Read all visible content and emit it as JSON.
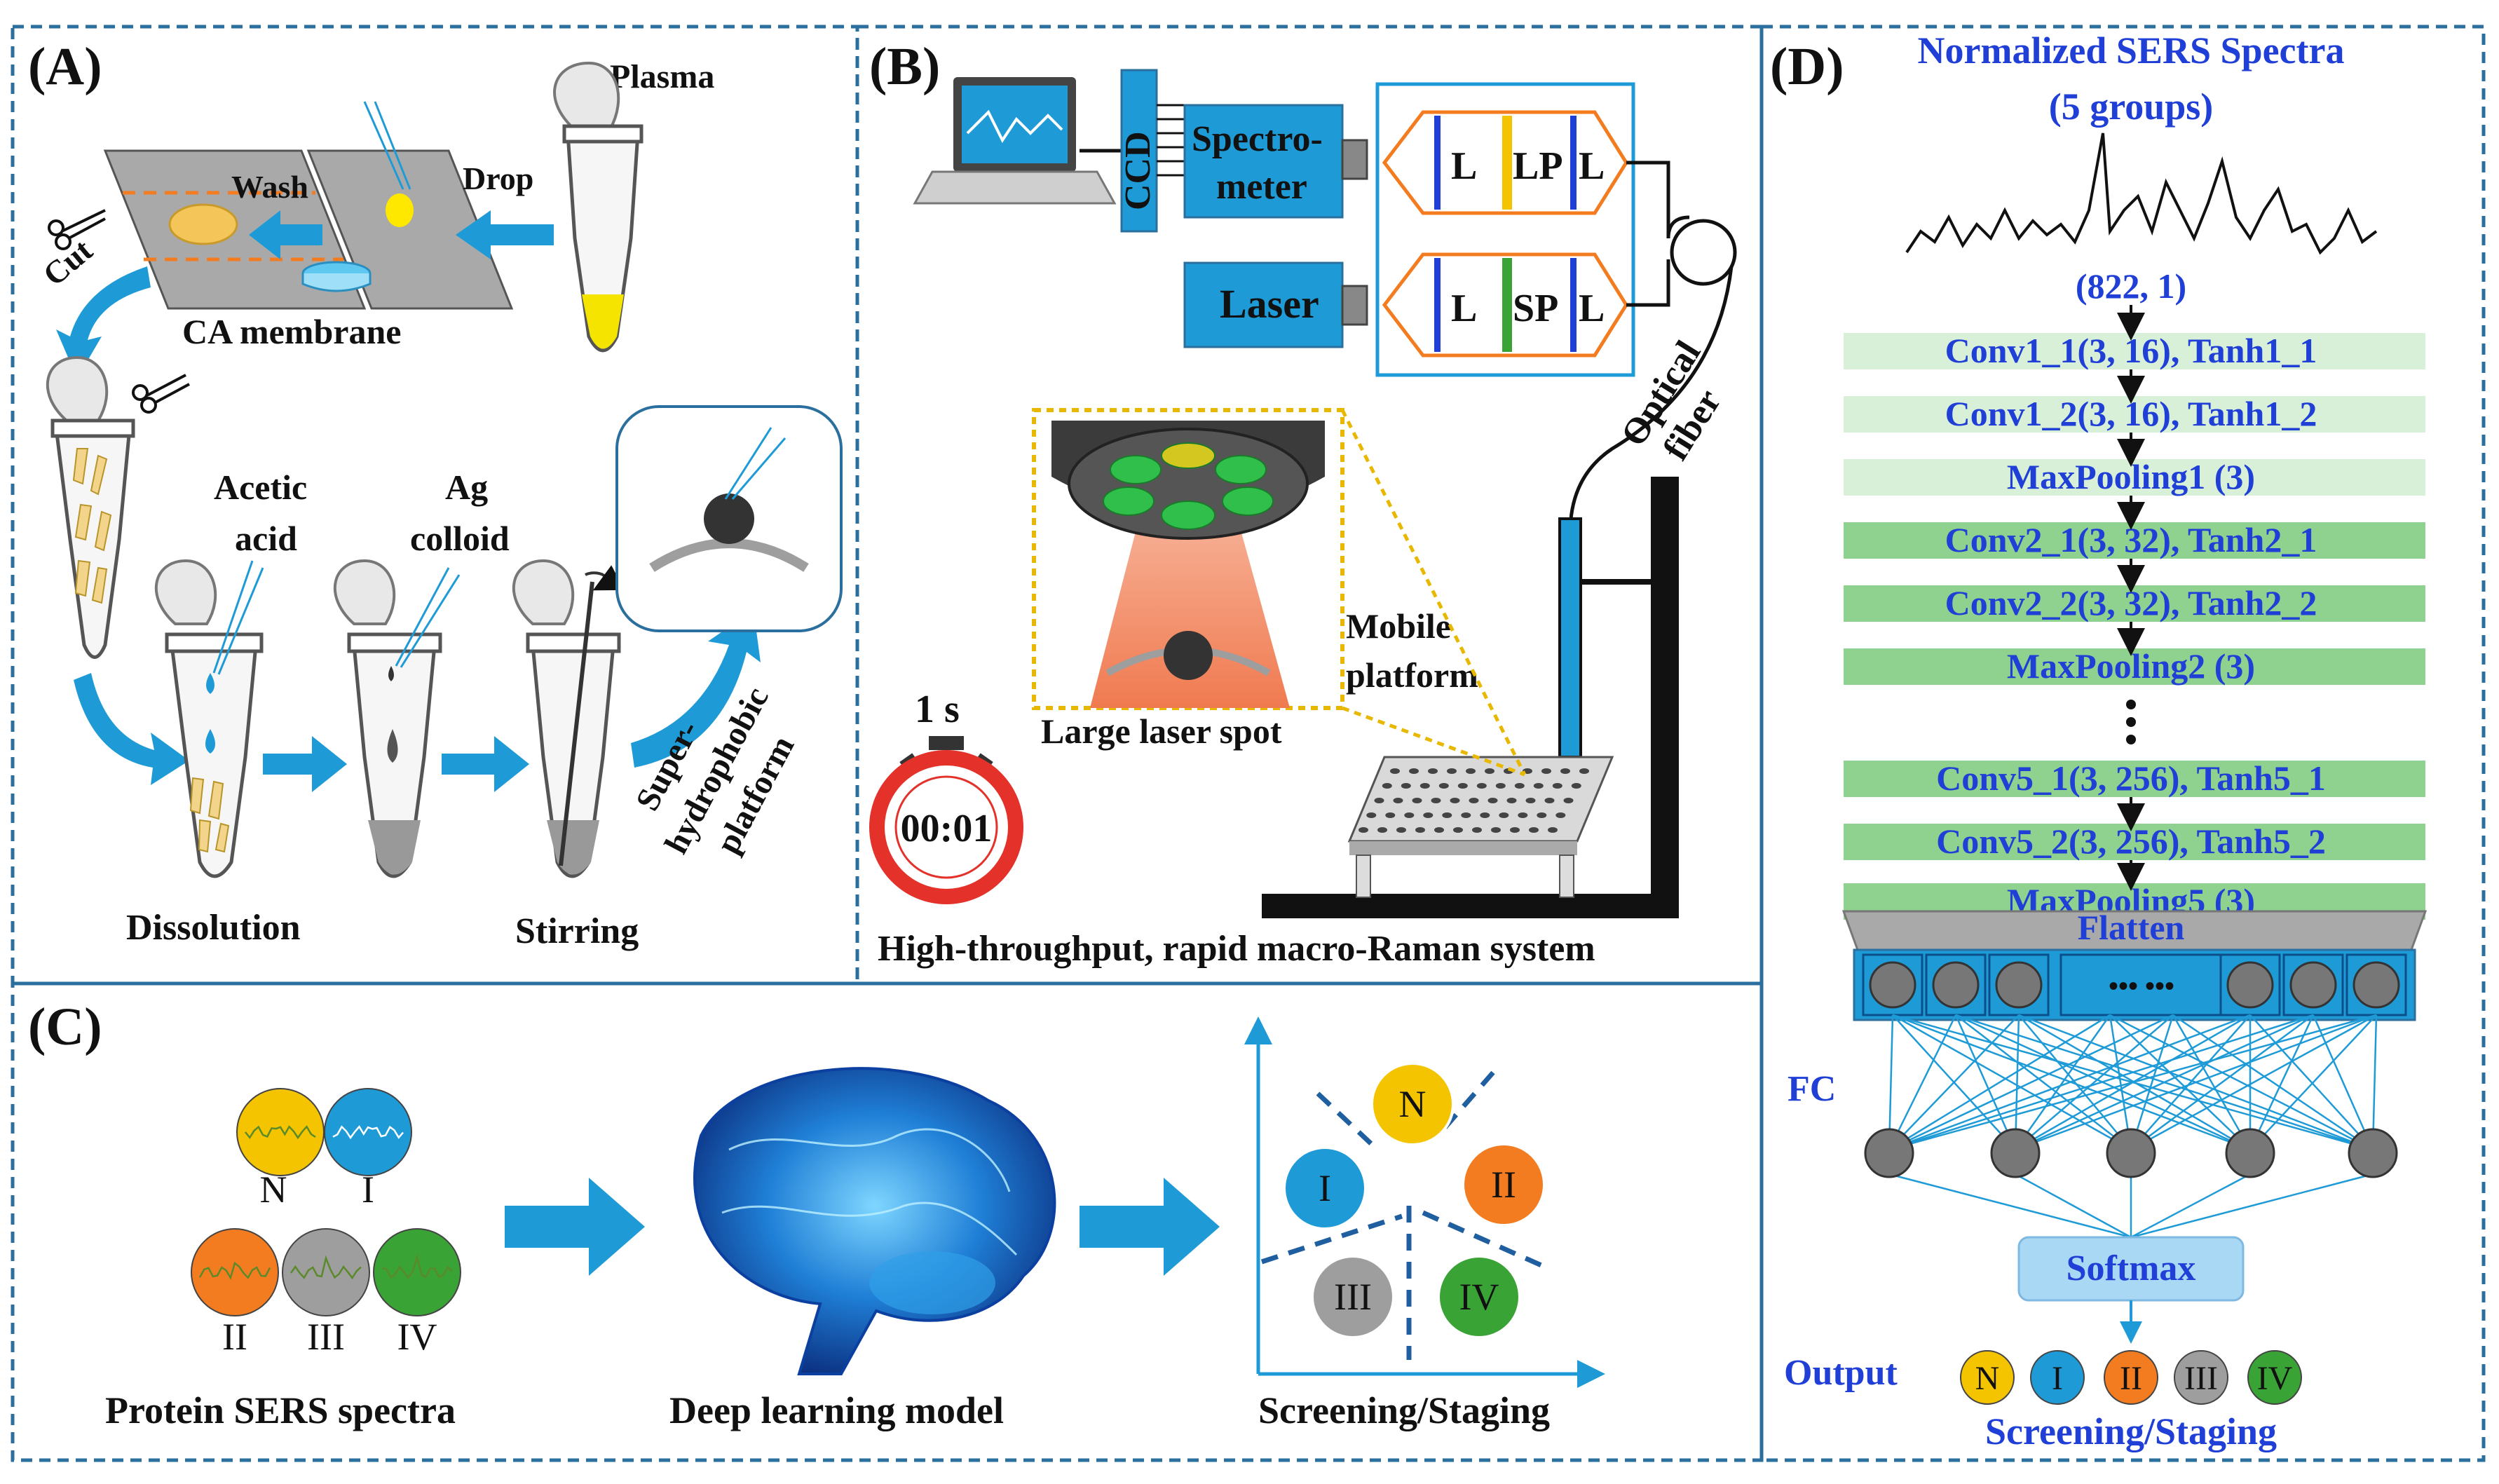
{
  "panelA": {
    "label": "(A)",
    "plasma": "Plasma",
    "drop": "Drop",
    "wash": "Wash",
    "cut": "Cut",
    "membrane": "CA membrane",
    "acetic1": "Acetic",
    "acetic2": "acid",
    "ag1": "Ag",
    "ag2": "colloid",
    "dissolution": "Dissolution",
    "stirring": "Stirring",
    "platform1": "Super-",
    "platform2": "hydrophobic",
    "platform3": "platform"
  },
  "panelB": {
    "label": "(B)",
    "ccd": "CCD",
    "spectro1": "Spectro-",
    "spectro2": "meter",
    "laser": "Laser",
    "l": "L",
    "lp": "LP",
    "sp": "SP",
    "fiber1": "Optical",
    "fiber2": "fiber",
    "time": "1 s",
    "stopwatch": "00:01",
    "spot": "Large laser spot",
    "mobile1": "Mobile",
    "mobile2": "platform",
    "caption": "High-throughput, rapid macro-Raman system"
  },
  "panelC": {
    "label": "(C)",
    "groups": [
      "N",
      "I",
      "II",
      "III",
      "IV"
    ],
    "spectra_caption": "Protein SERS spectra",
    "model_caption": "Deep learning model",
    "result_caption": "Screening/Staging"
  },
  "panelD": {
    "label": "(D)",
    "title1": "Normalized SERS Spectra",
    "title2": "(5 groups)",
    "input_shape": "(822, 1)",
    "layers": [
      "Conv1_1(3, 16), Tanh1_1",
      "Conv1_2(3, 16), Tanh1_2",
      "MaxPooling1 (3)",
      "Conv2_1(3, 32), Tanh2_1",
      "Conv2_2(3, 32), Tanh2_2",
      "MaxPooling2 (3)",
      "Conv5_1(3, 256), Tanh5_1",
      "Conv5_2(3, 256), Tanh5_2",
      "MaxPooling5 (3)"
    ],
    "flatten": "Flatten",
    "dots": "•••  •••",
    "fc": "FC",
    "softmax": "Softmax",
    "output": "Output",
    "output_classes": [
      "N",
      "I",
      "II",
      "III",
      "IV"
    ],
    "caption": "Screening/Staging"
  },
  "colors": {
    "frame": "#2a6f9e",
    "arrow_blue": "#1e9bd7",
    "label_blue": "#1f3fd6",
    "group_N": "#f5c400",
    "group_I": "#1e9bd7",
    "group_II": "#f47c20",
    "group_III": "#9e9e9e",
    "group_IV": "#3aa335",
    "layer_light": "#d8f0d8",
    "layer_dark": "#8fd18f"
  }
}
